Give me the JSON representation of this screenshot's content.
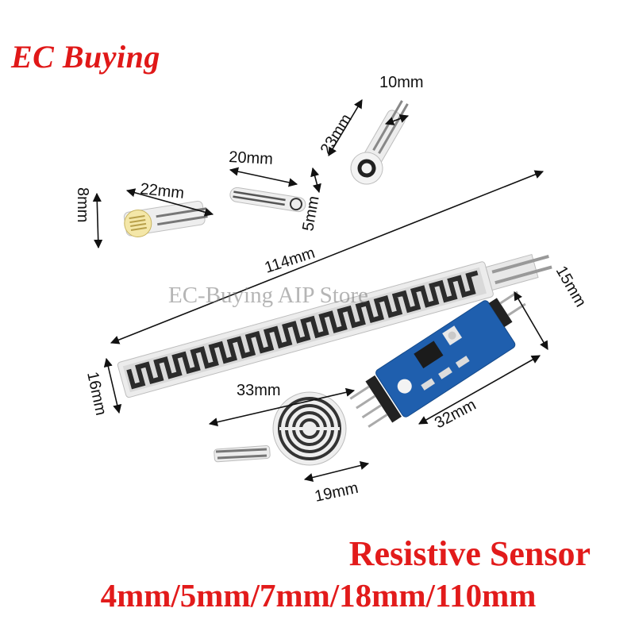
{
  "brand": {
    "logo_text": "EC Buying",
    "color": "#e01818"
  },
  "watermark": "EC-Buying AIP Store",
  "product": {
    "title": "Resistive Sensor",
    "sizes": "4mm/5mm/7mm/18mm/110mm",
    "title_color": "#e21b1b"
  },
  "dimensions": {
    "small_sensor_width": "22mm",
    "small_sensor_height": "8mm",
    "mini_strip_length": "20mm",
    "mini_strip_width": "5mm",
    "round_tab_length": "23mm",
    "round_tab_width": "10mm",
    "long_strip_length": "114mm",
    "long_strip_width": "16mm",
    "round_sensor_length": "33mm",
    "round_sensor_diameter": "19mm",
    "module_length": "32mm",
    "module_width": "15mm"
  },
  "colors": {
    "sensor_film": "#e9e9e9",
    "trace": "#2b2b2b",
    "pcb": "#1f5fae",
    "pad": "#f4e7a8"
  }
}
